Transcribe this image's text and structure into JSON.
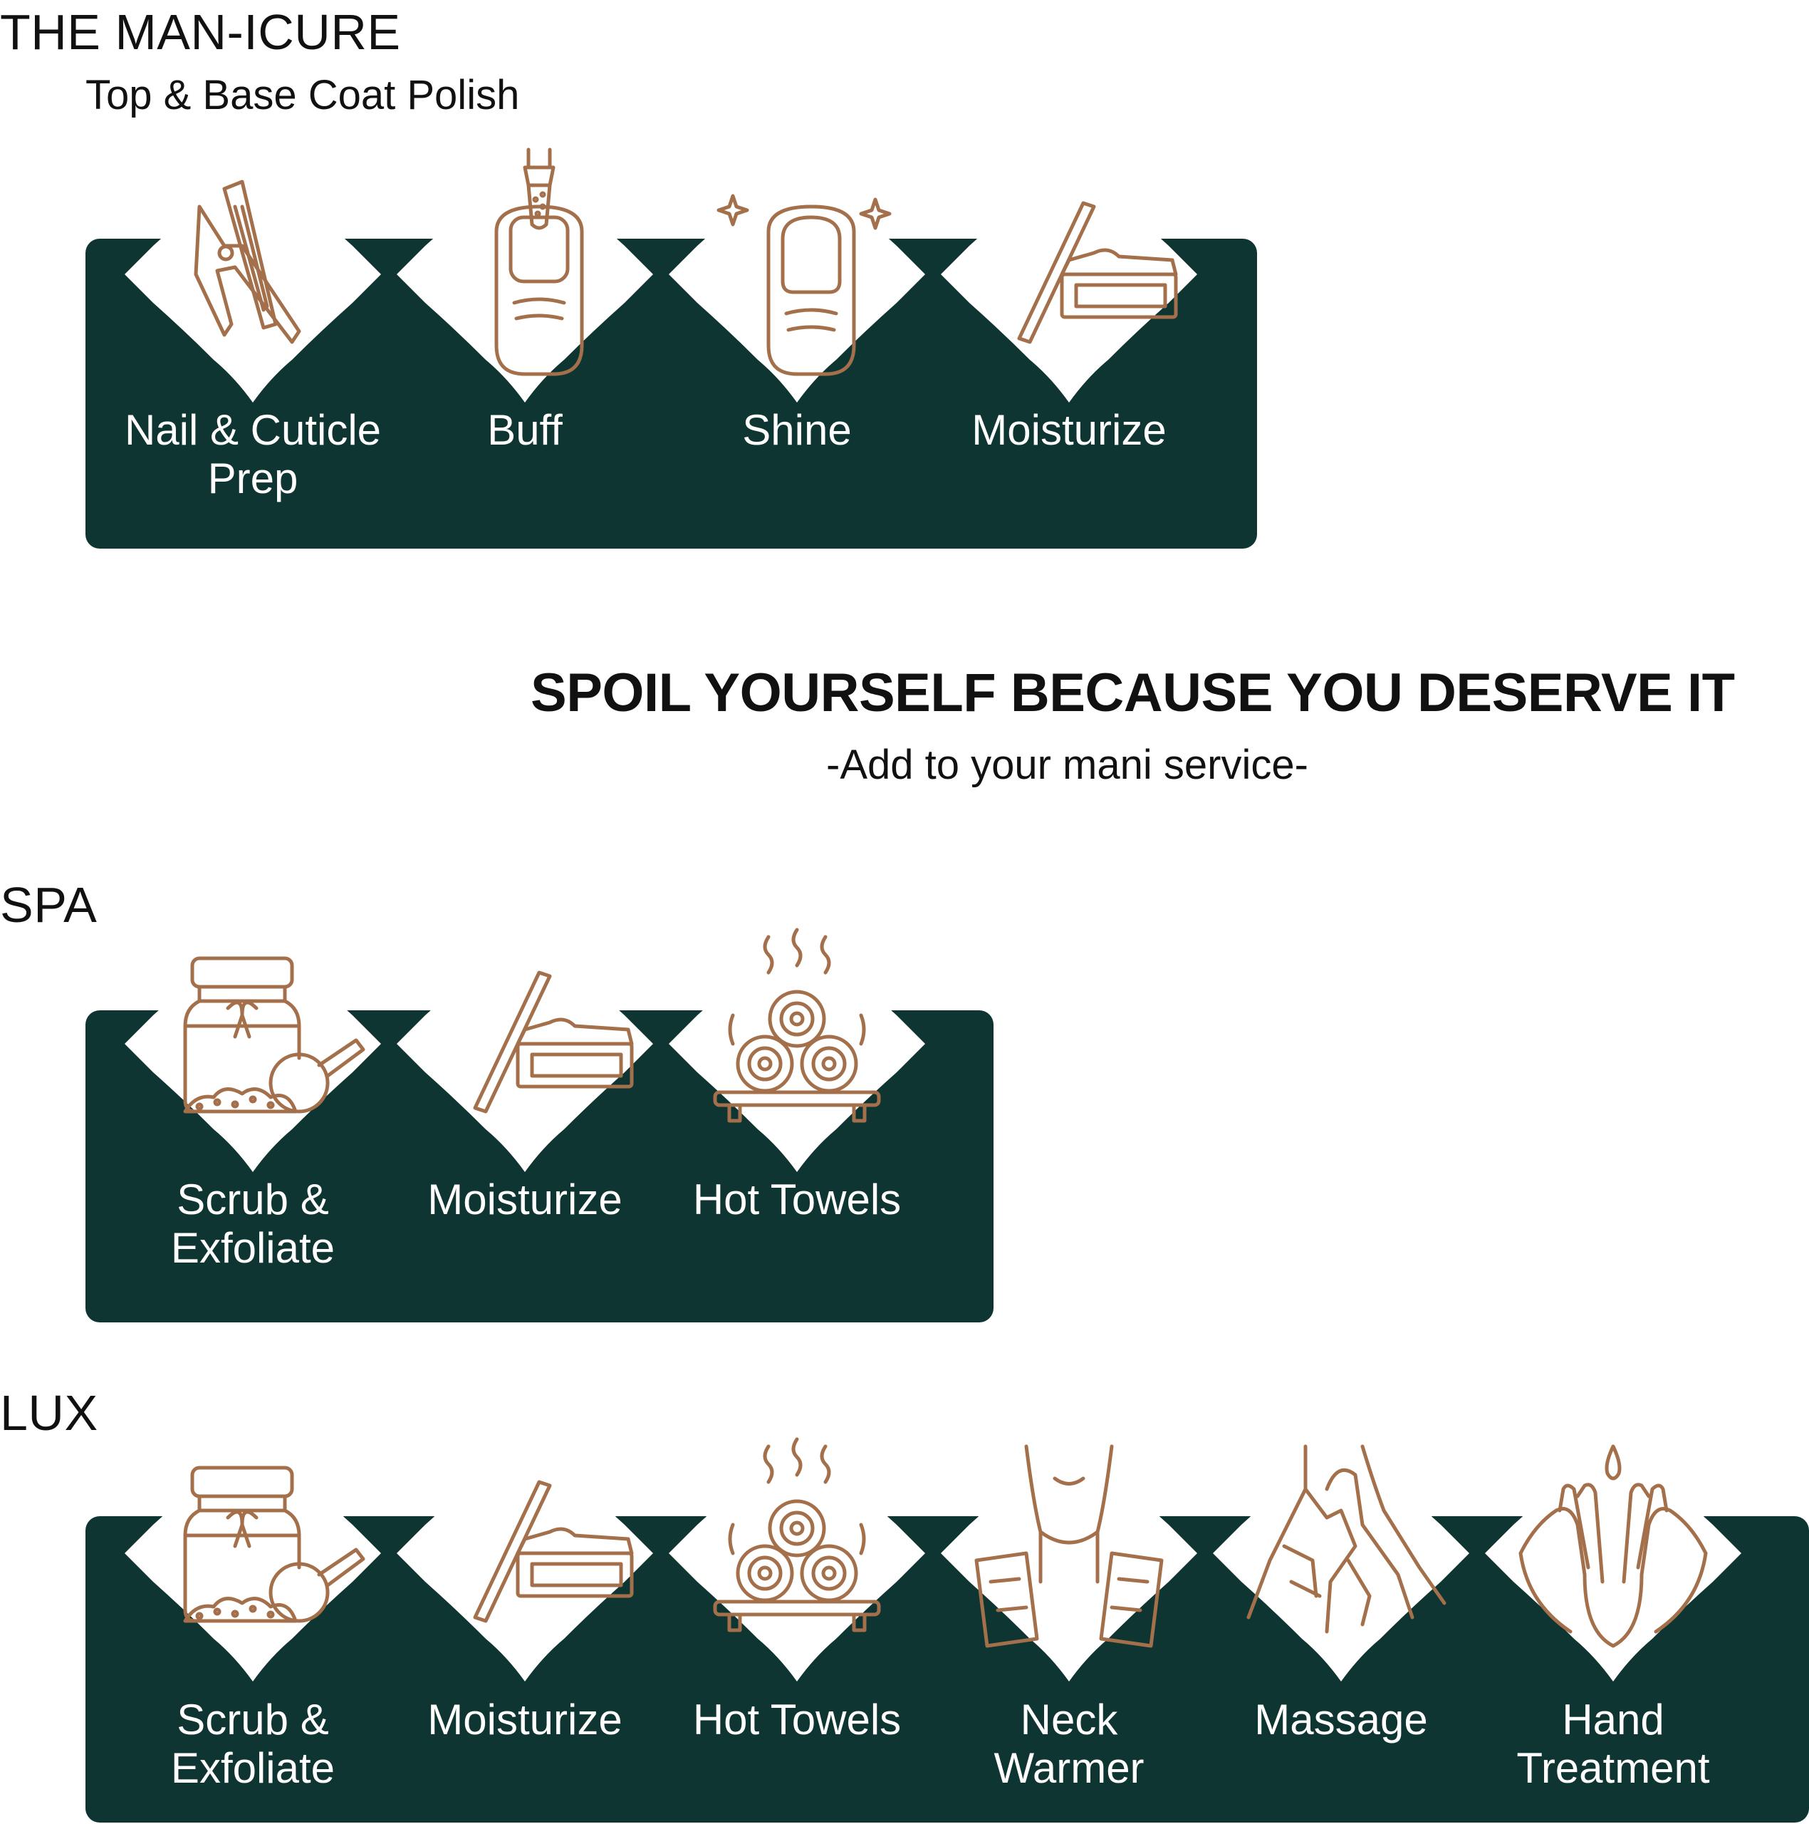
{
  "colors": {
    "panel": "#0e3531",
    "icon": "#a4704b",
    "label": "#ffffff"
  },
  "maincure": {
    "title": "THE MAN-ICURE",
    "subtitle": "Top & Base Coat Polish",
    "items": [
      {
        "label": "Nail & Cuticle\nPrep",
        "icon": "nail-clipper-file-icon"
      },
      {
        "label": "Buff",
        "icon": "nail-buffer-icon"
      },
      {
        "label": "Shine",
        "icon": "shiny-nail-icon"
      },
      {
        "label": "Moisturize",
        "icon": "cream-jar-icon"
      }
    ]
  },
  "promo": {
    "title": "SPOIL YOURSELF BECAUSE YOU DESERVE IT",
    "subtitle": "-Add to your mani service-"
  },
  "spa": {
    "title": "SPA",
    "items": [
      {
        "label": "Scrub &\nExfoliate",
        "icon": "scrub-jar-icon"
      },
      {
        "label": "Moisturize",
        "icon": "cream-jar-icon"
      },
      {
        "label": "Hot Towels",
        "icon": "hot-towels-icon"
      }
    ]
  },
  "lux": {
    "title": "LUX",
    "items": [
      {
        "label": "Scrub &\nExfoliate",
        "icon": "scrub-jar-icon"
      },
      {
        "label": "Moisturize",
        "icon": "cream-jar-icon"
      },
      {
        "label": "Hot Towels",
        "icon": "hot-towels-icon"
      },
      {
        "label": "Neck\nWarmer",
        "icon": "neck-warmer-icon"
      },
      {
        "label": "Massage",
        "icon": "massage-hands-icon"
      },
      {
        "label": "Hand\nTreatment",
        "icon": "hand-treatment-icon"
      }
    ]
  }
}
